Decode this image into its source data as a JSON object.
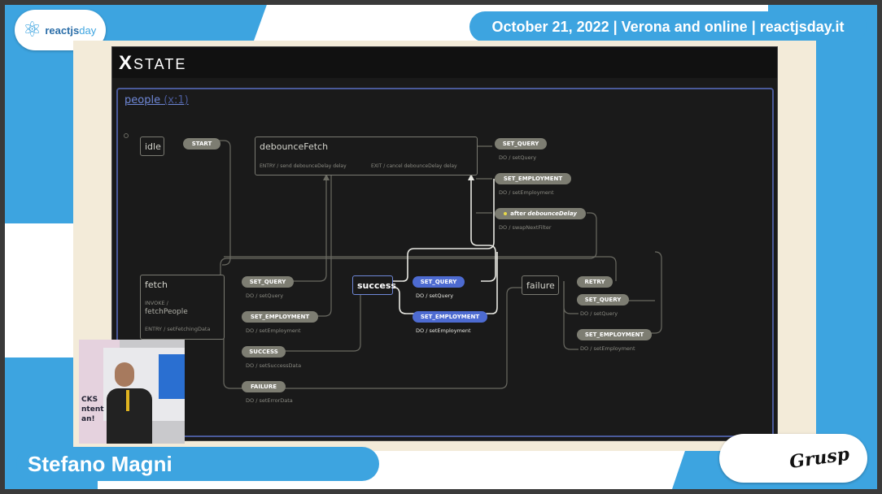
{
  "header": {
    "logo_text_bold": "reactjs",
    "logo_text_light": "day",
    "event_info": "October 21, 2022 | Verona and online | reactjsday.it"
  },
  "xstate": {
    "logo": "STATE",
    "machine_id": "people",
    "machine_suffix": "(x:1)",
    "states": {
      "idle": "idle",
      "debounceFetch": "debounceFetch",
      "debounce_entry": "ENTRY / send debounceDelay delay",
      "debounce_exit": "EXIT / cancel debounceDelay delay",
      "fetch": "fetch",
      "fetch_invoke": "INVOKE /",
      "fetch_service": "fetchPeople",
      "fetch_entry": "ENTRY / setFetchingData",
      "success": "success",
      "failure": "failure"
    },
    "events": {
      "start": "START",
      "db_set_query": "SET_QUERY",
      "db_set_query_action": "DO / setQuery",
      "db_set_employment": "SET_EMPLOYMENT",
      "db_set_employment_action": "DO / setEmployment",
      "db_after": "after",
      "db_after_target": "debounceDelay",
      "db_after_action": "DO / swapNextFilter",
      "fetch_set_query": "SET_QUERY",
      "fetch_set_query_action": "DO / setQuery",
      "fetch_set_employment": "SET_EMPLOYMENT",
      "fetch_set_employment_action": "DO / setEmployment",
      "fetch_success": "SUCCESS",
      "fetch_success_action": "DO / setSuccessData",
      "fetch_failure": "FAILURE",
      "fetch_failure_action": "DO / setErrorData",
      "success_set_query": "SET_QUERY",
      "success_set_query_action": "DO / setQuery",
      "success_set_employment": "SET_EMPLOYMENT",
      "success_set_employment_action": "DO / setEmployment",
      "failure_retry": "RETRY",
      "failure_set_query": "SET_QUERY",
      "failure_set_query_action": "DO / setQuery",
      "failure_set_employment": "SET_EMPLOYMENT",
      "failure_set_employment_action": "DO / setEmployment"
    }
  },
  "speaker_video": {
    "sign_line1": "CKS",
    "sign_line2": "ntent",
    "sign_line3": "an!"
  },
  "lower_third": {
    "speaker_name": "Stefano Magni",
    "sponsor_logo": "Grusp"
  },
  "colors": {
    "brand_blue": "#3da4e0",
    "active_state": "#6f88d8",
    "active_event": "#4d6bd1",
    "event_pill": "#7d7d72"
  }
}
